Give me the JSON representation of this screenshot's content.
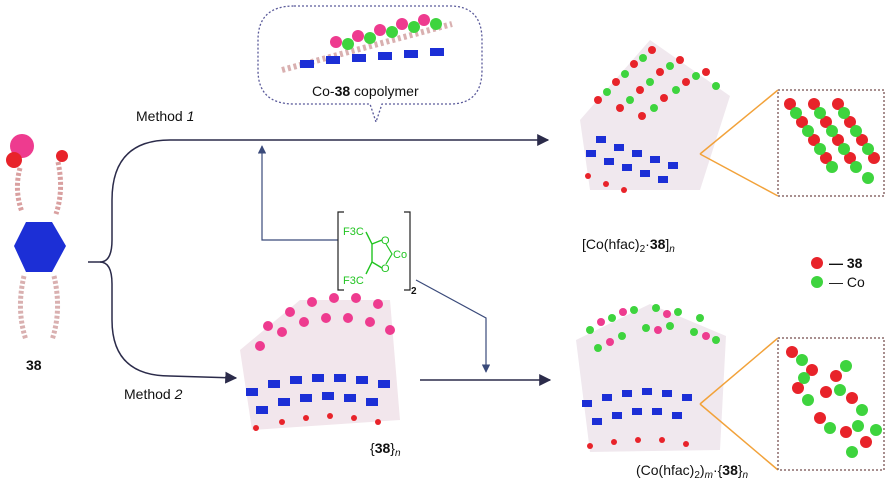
{
  "labels": {
    "method1_prefix": "Method ",
    "method1_num": "1",
    "method2_prefix": "Method ",
    "method2_num": "2",
    "compound": "38",
    "bubble_prefix": "Co-",
    "bubble_num": "38",
    "bubble_suffix": " copolymer",
    "product1_a": "[Co(hfac)",
    "product1_sub": "2",
    "product1_dot": "·",
    "product1_num": "38",
    "product1_close": "]",
    "product1_n": "n",
    "polymer_open": "{",
    "polymer_num": "38",
    "polymer_close": "}",
    "polymer_n": "n",
    "product2_a": "(Co(hfac)",
    "product2_sub": "2",
    "product2_close": ")",
    "product2_m": "m",
    "product2_dot": "·{",
    "product2_num": "38",
    "product2_brace": "}",
    "product2_n": "n",
    "legend_38": "— 38",
    "legend_co": "— Co",
    "reagent_cf3_top": "F3C",
    "reagent_cf3_bottom": "F3C",
    "reagent_o1": "O",
    "reagent_o2": "O",
    "reagent_co": "Co",
    "reagent_subscript": "2"
  },
  "colors": {
    "compound_red": "#e8232a",
    "cobalt_green": "#3ed43e",
    "core_blue": "#1c2fd6",
    "orange_zoom": "#f2a23a",
    "arrow": "#2b2b4a",
    "bubble_border": "#5a5a9a",
    "zoom_border": "#8c6a6a"
  }
}
